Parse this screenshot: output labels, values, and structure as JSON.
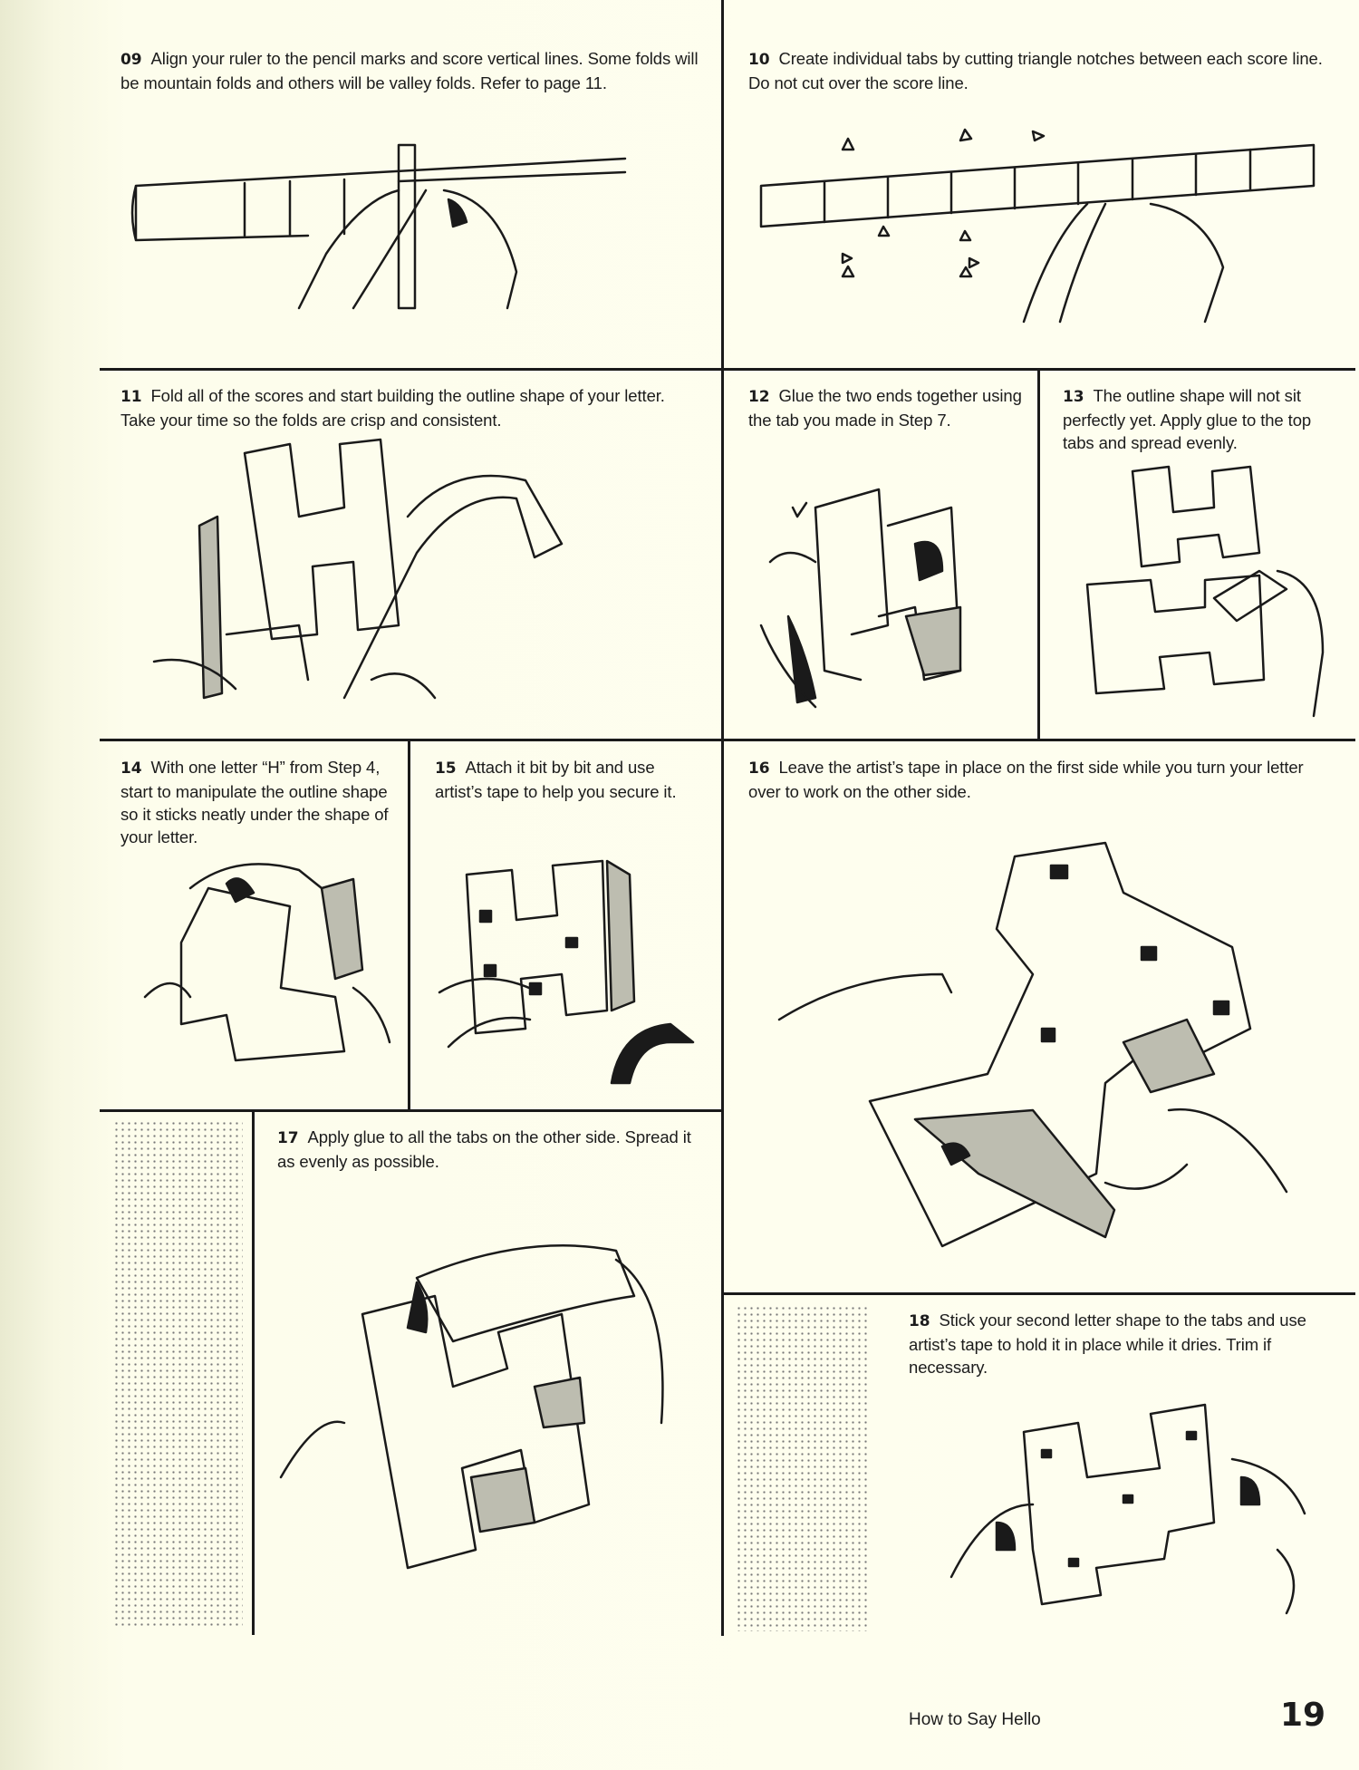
{
  "steps": [
    {
      "num": "09",
      "text": "Align your ruler to the pencil marks and score vertical lines. Some folds will be mountain folds and others will be valley folds. Refer to page 11."
    },
    {
      "num": "10",
      "text": "Create individual tabs by cutting triangle notches between each score line. Do not cut over the score line."
    },
    {
      "num": "11",
      "text": "Fold all of the scores and start building the outline shape of your letter. Take your time so the folds are crisp and consistent."
    },
    {
      "num": "12",
      "text": "Glue the two ends together using the tab you made in Step 7."
    },
    {
      "num": "13",
      "text": "The outline shape will not sit perfectly yet. Apply glue to the top tabs and spread evenly."
    },
    {
      "num": "14",
      "text": "With one letter “H” from Step 4, start to manipulate the outline shape so it sticks neatly under the shape of your letter."
    },
    {
      "num": "15",
      "text": "Attach it bit by bit and use artist’s tape to help you secure it."
    },
    {
      "num": "16",
      "text": "Leave the artist’s tape in place on the first side while you turn your letter over to work on the other side."
    },
    {
      "num": "17",
      "text": "Apply glue to all the tabs on the other side. Spread it as evenly as possible."
    },
    {
      "num": "18",
      "text": "Stick your second letter shape to the tabs and use artist’s tape to hold it in place while it dries. Trim if necessary."
    }
  ],
  "footer": {
    "title": "How to Say Hello",
    "page": "19"
  }
}
